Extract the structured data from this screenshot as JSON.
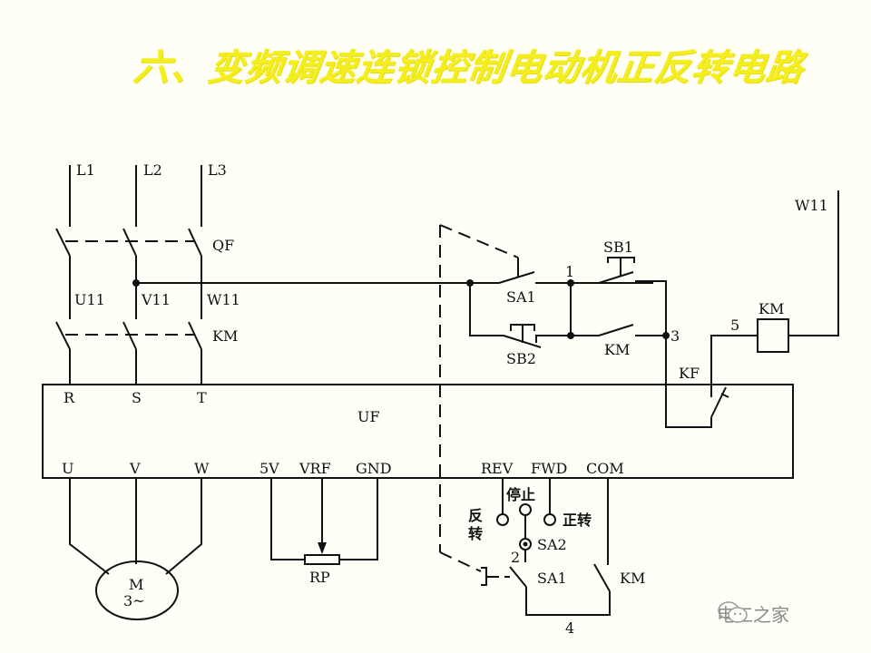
{
  "title": "六、变频调速连锁控制电动机正反转电路",
  "watermark": {
    "icon": "wechat-icon",
    "text": "电工之家"
  },
  "power": {
    "lines": [
      "L1",
      "L2",
      "L3"
    ],
    "breaker": "QF",
    "nodes": [
      "U11",
      "V11",
      "W11"
    ],
    "contactor": "KM"
  },
  "inverter": {
    "name": "UF",
    "inputs": [
      "R",
      "S",
      "T"
    ],
    "outputs": [
      "U",
      "V",
      "W"
    ],
    "analog": [
      "5V",
      "VRF",
      "GND"
    ],
    "control": [
      "REV",
      "FWD",
      "COM"
    ]
  },
  "motor": {
    "line1": "M",
    "line2": "3~"
  },
  "pot": "RP",
  "control_circuit": {
    "sa1": "SA1",
    "sb1": "SB1",
    "sb2": "SB2",
    "km_aux": "KM",
    "kf": "KF",
    "km_coil": "KM",
    "w11": "W11",
    "node1": "1",
    "node3": "3",
    "node5": "5"
  },
  "selector": {
    "rev_label_1": "反",
    "rev_label_2": "转",
    "stop_label": "停止",
    "fwd_label": "正转",
    "sa2": "SA2",
    "node2": "2",
    "sa1": "SA1",
    "km": "KM",
    "node4": "4"
  }
}
